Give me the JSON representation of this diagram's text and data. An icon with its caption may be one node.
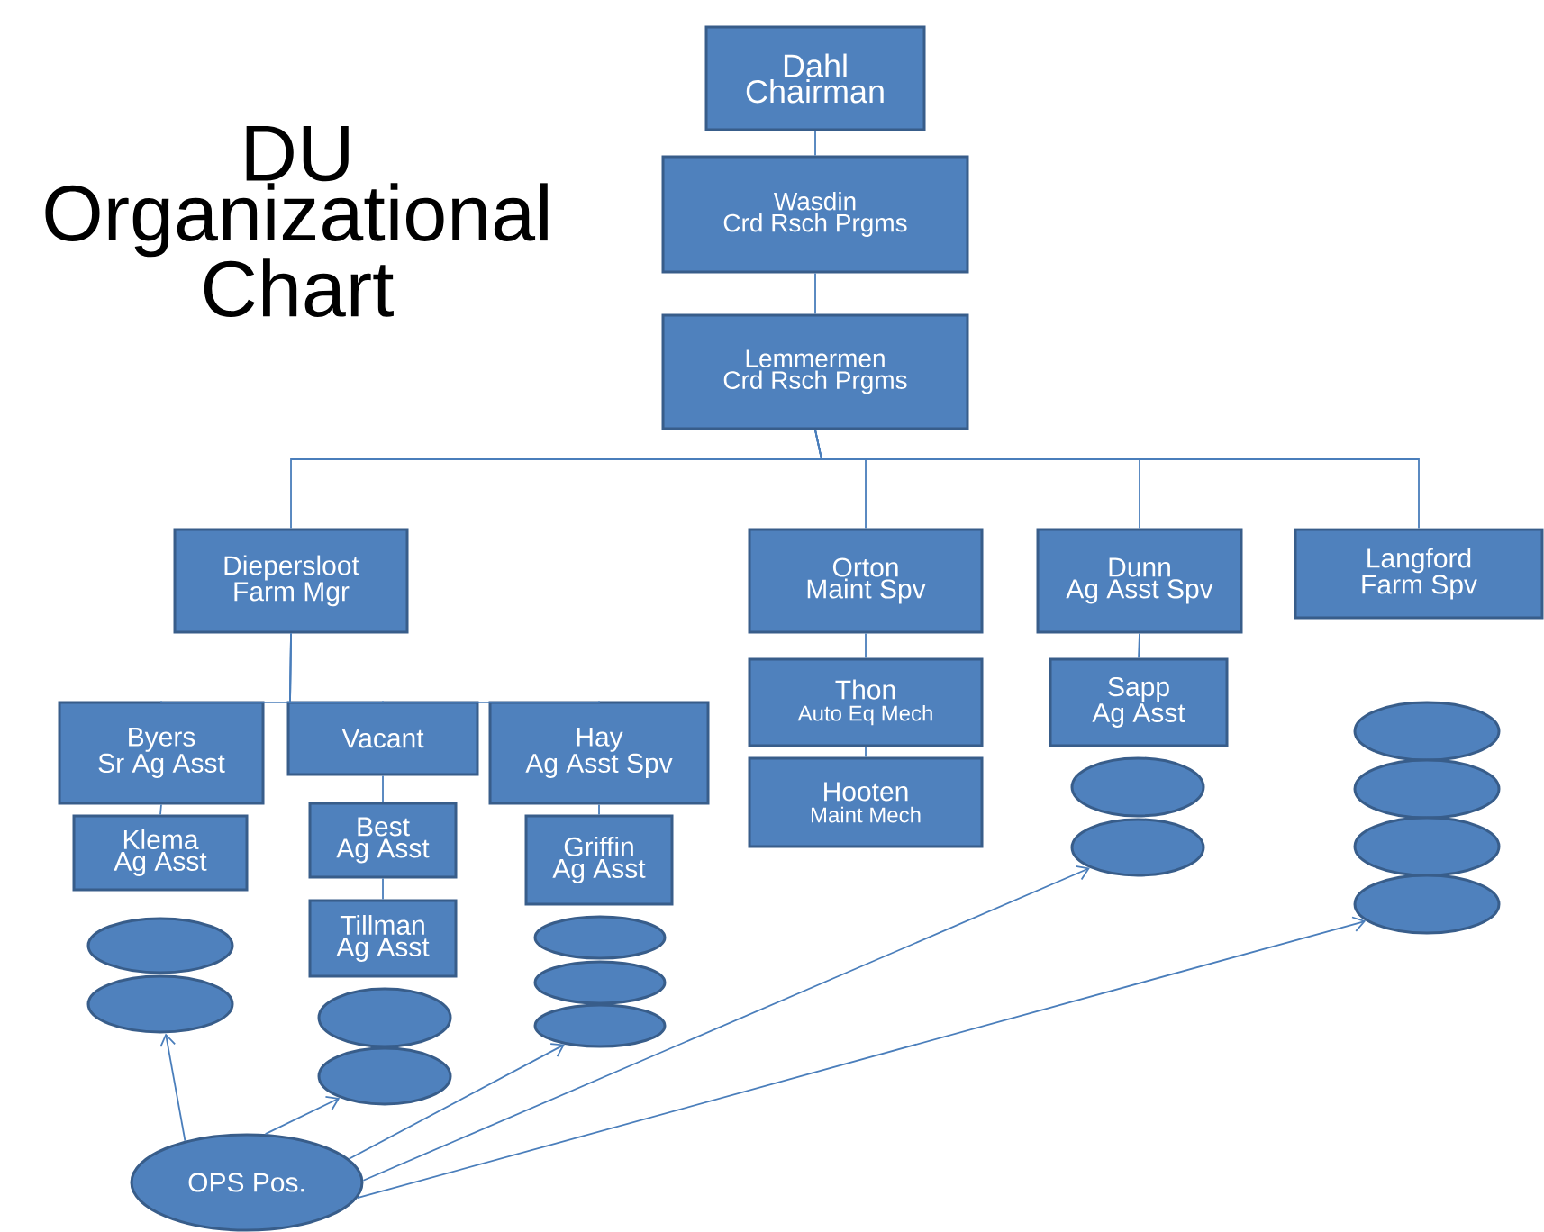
{
  "diagram": {
    "title": "DU Organizational Chart",
    "nodes": [
      {
        "text": [
          "Dahl",
          "Chairman"
        ]
      },
      {
        "text": [
          "Wasdin",
          "Crd Rsch Prgms"
        ]
      },
      {
        "text": [
          "Lemmermen",
          "Crd Rsch Prgms"
        ]
      },
      {
        "text": [
          "Diepersloot",
          "Farm Mgr"
        ]
      },
      {
        "text": [
          "Orton",
          "Maint Spv"
        ]
      },
      {
        "text": [
          "Dunn",
          "Ag Asst Spv"
        ]
      },
      {
        "text": [
          "Langford",
          "Farm Spv"
        ]
      },
      {
        "text": [
          "Byers",
          "Sr Ag Asst"
        ]
      },
      {
        "text": [
          "Vacant"
        ]
      },
      {
        "text": [
          "Hay",
          "Ag Asst Spv"
        ]
      },
      {
        "text": [
          "Klema",
          "Ag Asst"
        ]
      },
      {
        "text": [
          "Best",
          "Ag Asst"
        ]
      },
      {
        "text": [
          "Tillman",
          "Ag Asst"
        ]
      },
      {
        "text": [
          "Griffin",
          "Ag Asst"
        ]
      },
      {
        "text": [
          "Thon",
          "Auto Eq Mech"
        ]
      },
      {
        "text": [
          "Hooten",
          "Maint  Mech"
        ]
      },
      {
        "text": [
          "Sapp",
          "Ag Asst"
        ]
      },
      {
        "text": [],
        "shape": "ellipse"
      },
      {
        "text": [],
        "shape": "ellipse"
      },
      {
        "text": [],
        "shape": "ellipse"
      },
      {
        "text": [],
        "shape": "ellipse"
      },
      {
        "text": [],
        "shape": "ellipse"
      },
      {
        "text": [],
        "shape": "ellipse"
      },
      {
        "text": [],
        "shape": "ellipse"
      },
      {
        "text": [],
        "shape": "ellipse"
      },
      {
        "text": [],
        "shape": "ellipse"
      },
      {
        "text": [],
        "shape": "ellipse"
      },
      {
        "text": [],
        "shape": "ellipse"
      },
      {
        "text": [],
        "shape": "ellipse"
      },
      {
        "text": [],
        "shape": "ellipse"
      },
      {
        "text": [
          "OPS Pos."
        ]
      }
    ],
    "edges": [
      {
        "from": 0,
        "to": 1,
        "arrow": "none"
      },
      {
        "from": 1,
        "to": 2,
        "arrow": "none"
      },
      {
        "from": 2,
        "to": 3,
        "arrow": "none"
      },
      {
        "from": 2,
        "to": 4,
        "arrow": "none"
      },
      {
        "from": 2,
        "to": 5,
        "arrow": "none"
      },
      {
        "from": 2,
        "to": 6,
        "arrow": "none"
      },
      {
        "from": 3,
        "to": 7,
        "arrow": "none"
      },
      {
        "from": 3,
        "to": 8,
        "arrow": "none"
      },
      {
        "from": 3,
        "to": 9,
        "arrow": "none"
      },
      {
        "from": 7,
        "to": 10,
        "arrow": "none"
      },
      {
        "from": 8,
        "to": 11,
        "arrow": "none"
      },
      {
        "from": 11,
        "to": 12,
        "arrow": "none"
      },
      {
        "from": 9,
        "to": 13,
        "arrow": "none"
      },
      {
        "from": 4,
        "to": 14,
        "arrow": "none"
      },
      {
        "from": 14,
        "to": 15,
        "arrow": "none"
      },
      {
        "from": 5,
        "to": 16,
        "arrow": "none"
      },
      {
        "from": 30,
        "to": 18,
        "arrow": "to"
      },
      {
        "from": 30,
        "to": 20,
        "arrow": "to"
      },
      {
        "from": 30,
        "to": 23,
        "arrow": "to"
      },
      {
        "from": 30,
        "to": 25,
        "arrow": "to"
      },
      {
        "from": 30,
        "to": 29,
        "arrow": "to"
      }
    ]
  }
}
